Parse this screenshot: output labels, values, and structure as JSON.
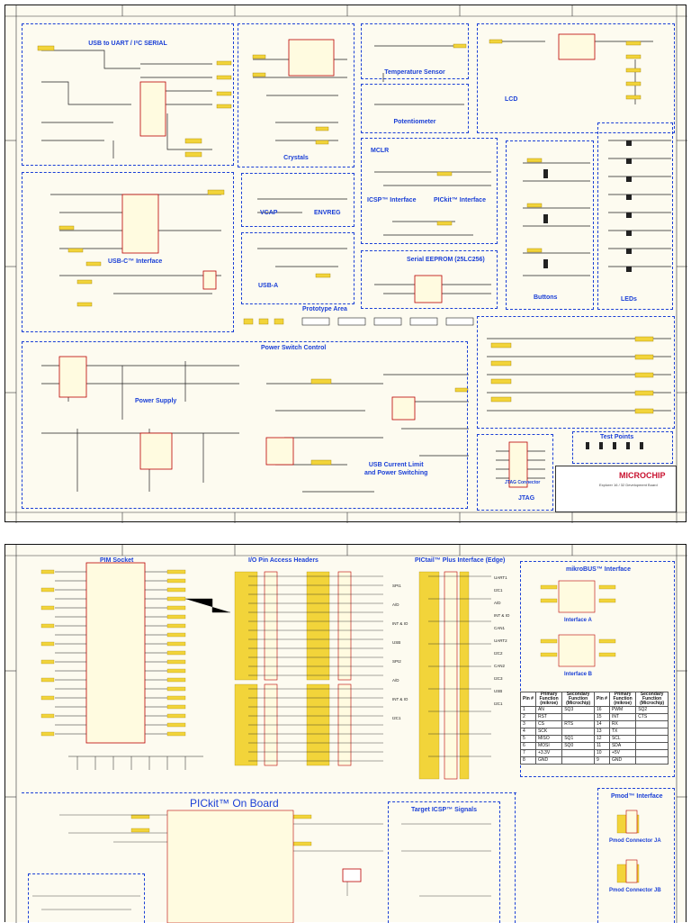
{
  "sheet1": {
    "blocks": {
      "usb_uart": "USB to UART / I²C SERIAL",
      "crystals": "Crystals",
      "temp_sensor": "Temperature Sensor",
      "potentiometer": "Potentiometer",
      "lcd": "LCD",
      "mclr": "MCLR",
      "icsp": "ICSP™ Interface",
      "pickit": "PICkit™ Interface",
      "usbc": "USB-C™ Interface",
      "vcap": "VCAP",
      "envreg": "ENVREG",
      "usba": "USB-A",
      "eeprom": "Serial EEPROM (25LC256)",
      "buttons": "Buttons",
      "leds": "LEDs",
      "prototype": "Prototype Area",
      "power_switch": "Power Switch Control",
      "power_supply": "Power Supply",
      "usb_current": "USB Current Limit\nand Power Switching",
      "test_points": "Test Points",
      "jtag": "JTAG",
      "jtag_connector": "JTAG Connector"
    },
    "title_block": {
      "company": "MICROCHIP",
      "board": "Explorer 16 / 32 Development Board"
    }
  },
  "sheet2": {
    "blocks": {
      "pim_socket": "PIM Socket",
      "io_headers": "I/O Pin Access Headers",
      "pictail": "PICtail™ Plus Interface (Edge)",
      "mikrobus": "mikroBUS™ Interface",
      "interface_a": "Interface A",
      "interface_b": "Interface B",
      "pickit_onboard": "PICkit™ On Board",
      "target_icsp": "Target ICSP™ Signals",
      "pmod": "Pmod™ Interface",
      "pmod_ja": "Pmod Connector JA",
      "pmod_jb": "Pmod Connector JB"
    },
    "pictail_groups": [
      "SPI1",
      "A/D",
      "INT & IO",
      "USB",
      "SPI2",
      "A/D",
      "INT & IO",
      "I2C1"
    ],
    "pictail_groups_right": [
      "UART1",
      "I2C1",
      "A/D",
      "INT & IO",
      "CAN1",
      "UART2",
      "I2C2",
      "CAN2",
      "I2C3",
      "USB",
      "I2C1"
    ],
    "mikro_table": {
      "headers": [
        "Pin #",
        "Primary Function (mikroe)",
        "Secondary Function (Microchip)",
        "Pin #",
        "Primary Function (mikroe)",
        "Secondary Function (Microchip)"
      ],
      "rows": [
        [
          "1",
          "AN",
          "SQ3",
          "16",
          "PWM",
          "SQ2"
        ],
        [
          "2",
          "RST",
          "",
          "15",
          "INT",
          "CTS"
        ],
        [
          "3",
          "CS",
          "RTS",
          "14",
          "RX",
          ""
        ],
        [
          "4",
          "SCK",
          "",
          "13",
          "TX",
          ""
        ],
        [
          "5",
          "MISO",
          "SQ1",
          "12",
          "SCL",
          ""
        ],
        [
          "6",
          "MOSI",
          "SQ0",
          "11",
          "SDA",
          ""
        ],
        [
          "7",
          "+3.3V",
          "",
          "10",
          "+5V",
          ""
        ],
        [
          "8",
          "GND",
          "",
          "9",
          "GND",
          ""
        ]
      ]
    }
  }
}
